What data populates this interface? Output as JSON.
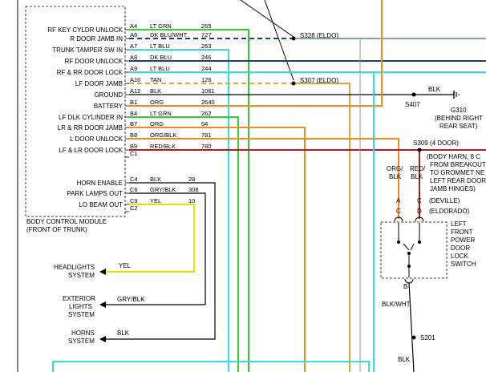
{
  "module": {
    "title_line1": "BODY CONTROL MODULE",
    "title_line2": "(FRONT OF TRUNK)",
    "pins": [
      {
        "label": "RF KEY CYLDR UNLOCK",
        "pin": "A4",
        "wire": "LT GRN",
        "circuit": "265",
        "color": "#33cc33"
      },
      {
        "label": "R DOOR JAMB IN",
        "pin": "A6",
        "wire": "DK BLU/WHT",
        "circuit": "727",
        "color": "#1a3a9a"
      },
      {
        "label": "TRUNK TAMPER SW IN",
        "pin": "A7",
        "wire": "LT BLU",
        "circuit": "263",
        "color": "#33dddd"
      },
      {
        "label": "RF DOOR UNLOCK",
        "pin": "A8",
        "wire": "DK BLU",
        "circuit": "246",
        "color": "#1a3a9a"
      },
      {
        "label": "RF & RR DOOR LOCK",
        "pin": "A9",
        "wire": "LT BLU",
        "circuit": "244",
        "color": "#33dddd"
      },
      {
        "label": "LF DOOR JAMB",
        "pin": "A10",
        "wire": "TAN",
        "circuit": "126",
        "color": "#d9a441"
      },
      {
        "label": "GROUND",
        "pin": "A12",
        "wire": "BLK",
        "circuit": "1061",
        "color": "#000000"
      },
      {
        "label": "BATTERY",
        "pin": "B1",
        "wire": "ORG",
        "circuit": "2640",
        "color": "#f08c1e"
      },
      {
        "label": "LF DLK CYLINDER IN",
        "pin": "B4",
        "wire": "LT GRN",
        "circuit": "262",
        "color": "#33cc33"
      },
      {
        "label": "LR & RR DOOR JAMB",
        "pin": "B7",
        "wire": "ORG",
        "circuit": "54",
        "color": "#f08c1e"
      },
      {
        "label": "L DOOR UNLOCK",
        "pin": "B8",
        "wire": "ORG/BLK",
        "circuit": "781",
        "color": "#f08c1e"
      },
      {
        "label": "LF & LR DOOR LOCK",
        "pin": "B9",
        "wire": "RED/BLK",
        "circuit": "780",
        "color": "#b01c1c"
      },
      {
        "label": "",
        "pin": "C1",
        "wire": "",
        "circuit": "",
        "color": "#000000"
      },
      {
        "label": "HORN ENABLE",
        "pin": "C4",
        "wire": "BLK",
        "circuit": "28",
        "color": "#000000"
      },
      {
        "label": "PARK LAMPS OUT",
        "pin": "C6",
        "wire": "GRY/BLK",
        "circuit": "308",
        "color": "#000000"
      },
      {
        "label": "LO BEAM OUT",
        "pin": "C9",
        "wire": "YEL",
        "circuit": "10",
        "color": "#eedd00"
      },
      {
        "label": "",
        "pin": "C2",
        "wire": "",
        "circuit": "",
        "color": "#000000"
      }
    ]
  },
  "splices": {
    "s328": "S328 (ELDO)",
    "s307": "S307 (ELDO)",
    "s407": "S407",
    "s309": "S309 (4 DOOR)",
    "s201": "S201"
  },
  "ground": {
    "wire": "BLK",
    "label1": "G310",
    "label2": "(BEHIND RIGHT",
    "label3": "REAR SEAT)"
  },
  "body_harness": {
    "line1": "(BODY HARN, 8 C",
    "line2": "FROM BREAKOUT",
    "line3": "TO GROMMET NE",
    "line4": "LEFT REAR DOOR",
    "line5": "JAMB HINGES)"
  },
  "door_lock": {
    "wire_a_line1": "ORG/",
    "wire_a_line2": "BLK",
    "wire_b_line1": "RED/",
    "wire_b_line2": "BLK",
    "pin_a": "A",
    "pin_c_deville": "C",
    "deville": "(DEVILLE)",
    "pin_c_eldo": "C",
    "pin_d": "D",
    "eldorado": "(ELDORADO)",
    "switch_line1": "LEFT",
    "switch_line2": "FRONT",
    "switch_line3": "POWER",
    "switch_line4": "DOOR",
    "switch_line5": "LOCK",
    "switch_line6": "SWITCH",
    "pin_b": "B",
    "out_wire": "BLK/WHT",
    "bottom_wire": "BLK"
  },
  "outputs": [
    {
      "line1": "HEADLIGHTS",
      "line2": "SYSTEM",
      "line3": "",
      "wire": "YEL"
    },
    {
      "line1": "EXTERIOR",
      "line2": "LIGHTS",
      "line3": "SYSTEM",
      "wire": "GRY/BLK"
    },
    {
      "line1": "HORNS",
      "line2": "SYSTEM",
      "line3": "",
      "wire": "BLK"
    }
  ]
}
